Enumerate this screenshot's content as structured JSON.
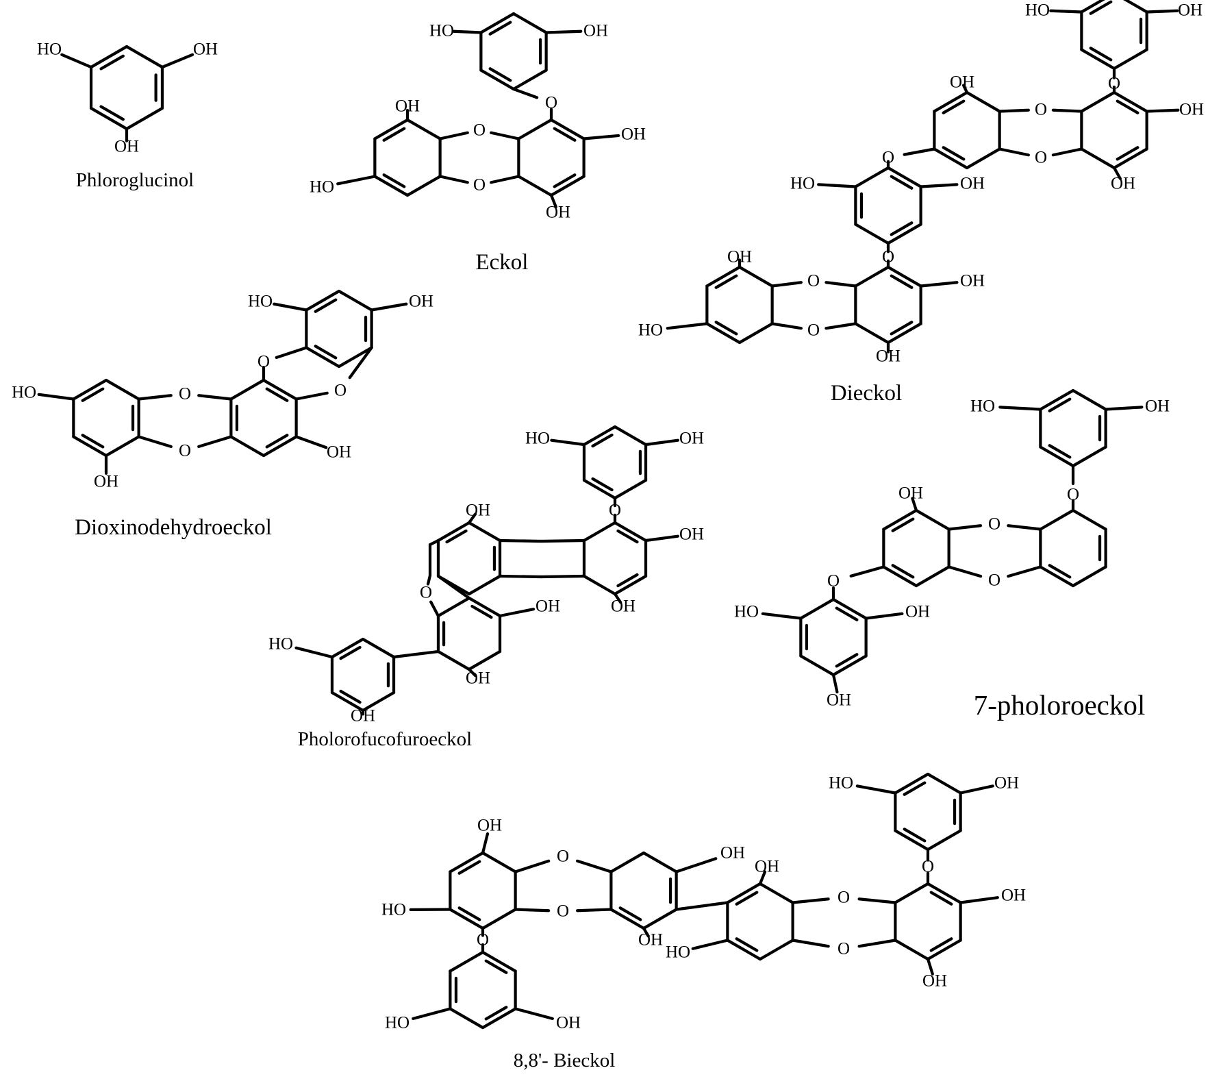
{
  "figure": {
    "background": "#ffffff",
    "ink": "#000000",
    "atom_labels": {
      "hydroxyl": "OH",
      "hydroxyl_left": "HO",
      "oxygen": "O"
    },
    "compounds": [
      {
        "id": "phloroglucinol",
        "name": "Phloroglucinol"
      },
      {
        "id": "eckol",
        "name": "Eckol"
      },
      {
        "id": "dieckol",
        "name": "Dieckol"
      },
      {
        "id": "dioxinodehydroeckol",
        "name": "Dioxinodehydroeckol"
      },
      {
        "id": "pholorofucofuroeckol",
        "name": "Pholorofucofuroeckol"
      },
      {
        "id": "phloroeckol",
        "name": "7-pholoroeckol"
      },
      {
        "id": "bieckol",
        "name": "8,8'- Bieckol"
      }
    ]
  }
}
